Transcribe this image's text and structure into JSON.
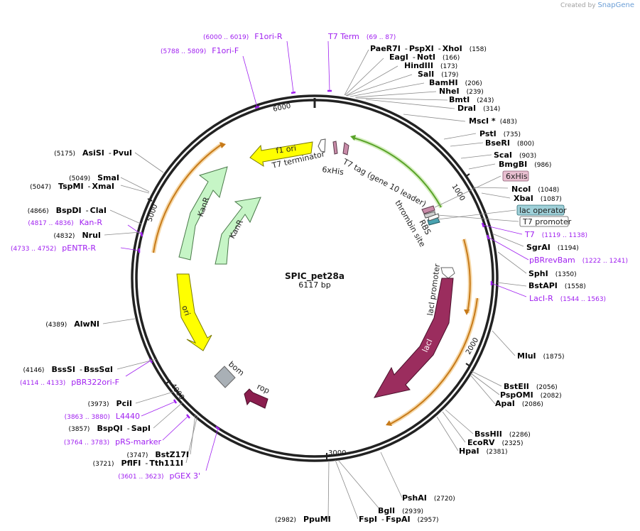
{
  "credit": {
    "prefix": "Created by",
    "brand": "SnapGene"
  },
  "plasmid": {
    "name": "SPIC_pet28a",
    "length_label": "6117 bp"
  },
  "colors": {
    "feature_purple": "#a020f0",
    "enzyme_black": "#000000",
    "f1ori_yellow": "#ffff00",
    "kanr_green": "#c6f5c6",
    "laci_maroon": "#9b2d5e",
    "rop_maroon": "#8b1e4e",
    "bom_gray": "#a9b0b6",
    "orf_orange": "#f3a03a",
    "green_orf": "#7bc23f"
  },
  "ticks": [
    "1000",
    "2000",
    "3000",
    "4000",
    "5000",
    "6000"
  ],
  "enzymes_right": [
    {
      "name": "PaeR7I",
      "sep": "-",
      "name2": "PspXI",
      "name3": "XhoI",
      "pos": "(158)"
    },
    {
      "name": "EagI",
      "sep": "-",
      "name2": "NotI",
      "pos": "(166)"
    },
    {
      "name": "HindIII",
      "pos": "(173)"
    },
    {
      "name": "SalI",
      "pos": "(179)"
    },
    {
      "name": "BamHI",
      "pos": "(206)"
    },
    {
      "name": "NheI",
      "pos": "(239)"
    },
    {
      "name": "BmtI",
      "pos": "(243)"
    },
    {
      "name": "DraI",
      "pos": "(314)"
    },
    {
      "name": "MscI *",
      "pos": "(483)"
    },
    {
      "name": "PstI",
      "pos": "(735)"
    },
    {
      "name": "BseRI",
      "pos": "(800)"
    },
    {
      "name": "ScaI",
      "pos": "(903)"
    },
    {
      "name": "BmgBI",
      "pos": "(986)"
    },
    {
      "name": "NcoI",
      "pos": "(1048)"
    },
    {
      "name": "XbaI",
      "pos": "(1087)"
    },
    {
      "name": "SgrAI",
      "pos": "(1194)"
    },
    {
      "name": "SphI",
      "pos": "(1350)"
    },
    {
      "name": "BstAPI",
      "pos": "(1558)"
    },
    {
      "name": "MluI",
      "pos": "(1875)"
    },
    {
      "name": "BstEII",
      "pos": "(2056)"
    },
    {
      "name": "PspOMI",
      "pos": "(2082)"
    },
    {
      "name": "ApaI",
      "pos": "(2086)"
    },
    {
      "name": "BssHII",
      "pos": "(2286)"
    },
    {
      "name": "EcoRV",
      "pos": "(2325)"
    },
    {
      "name": "HpaI",
      "pos": "(2381)"
    },
    {
      "name": "PshAI",
      "pos": "(2720)"
    },
    {
      "name": "BglI",
      "pos": "(2939)"
    },
    {
      "name": "FspI",
      "sep": "-",
      "name2": "FspAI",
      "pos": "(2957)"
    },
    {
      "name": "PpuMI",
      "pos": "(2982)"
    }
  ],
  "enzymes_left": [
    {
      "pos": "(5175)",
      "name": "AsiSI",
      "sep": "-",
      "name2": "PvuI"
    },
    {
      "pos": "(5049)",
      "name": "SmaI"
    },
    {
      "pos": "(5047)",
      "name": "TspMI",
      "sep": "-",
      "name2": "XmaI"
    },
    {
      "pos": "(4866)",
      "name": "BspDI",
      "sep": "-",
      "name2": "ClaI"
    },
    {
      "pos": "(4832)",
      "name": "NruI"
    },
    {
      "pos": "(4389)",
      "name": "AlwNI"
    },
    {
      "pos": "(4146)",
      "name": "BssSI",
      "sep": "-",
      "name2": "BssSαI"
    },
    {
      "pos": "(3973)",
      "name": "PciI"
    },
    {
      "pos": "(3857)",
      "name": "BspQI",
      "sep": "-",
      "name2": "SapI"
    },
    {
      "pos": "(3747)",
      "name": "BstZ17I"
    },
    {
      "pos": "(3721)",
      "name": "PflFI",
      "sep": "-",
      "name2": "Tth111I"
    }
  ],
  "primers": [
    {
      "name": "F1ori-R",
      "range": "(6000 .. 6019)"
    },
    {
      "name": "F1ori-F",
      "range": "(5788 .. 5809)"
    },
    {
      "name": "T7 Term",
      "range": "(69 .. 87)"
    },
    {
      "name": "Kan-R",
      "range": "(4817 .. 4836)"
    },
    {
      "name": "pENTR-R",
      "range": "(4733 .. 4752)"
    },
    {
      "name": "pBR322ori-F",
      "range": "(4114 .. 4133)"
    },
    {
      "name": "L4440",
      "range": "(3863 .. 3880)"
    },
    {
      "name": "pRS-marker",
      "range": "(3764 .. 3783)"
    },
    {
      "name": "pGEX 3'",
      "range": "(3601 .. 3623)"
    },
    {
      "name": "T7",
      "range": "(1119 .. 1138)"
    },
    {
      "name": "pBRrevBam",
      "range": "(1222 .. 1241)"
    },
    {
      "name": "LacI-R",
      "range": "(1544 .. 1563)"
    }
  ],
  "boxed_features": {
    "his": "6xHis",
    "lac_operator": "lac operator",
    "t7_promoter": "T7 promoter"
  },
  "features": {
    "f1_ori": "f1 ori",
    "t7_terminator": "T7 terminator",
    "his6": "6xHis",
    "t7_tag": "T7 tag (gene 10 leader)",
    "thrombin": "thrombin site",
    "rbs": "RBS",
    "kanr_outer": "KanR",
    "kanr_inner": "KanR",
    "ori": "ori",
    "bom": "bom",
    "rop": "rop",
    "laci_promoter": "lacI promoter",
    "laci": "lacI"
  }
}
